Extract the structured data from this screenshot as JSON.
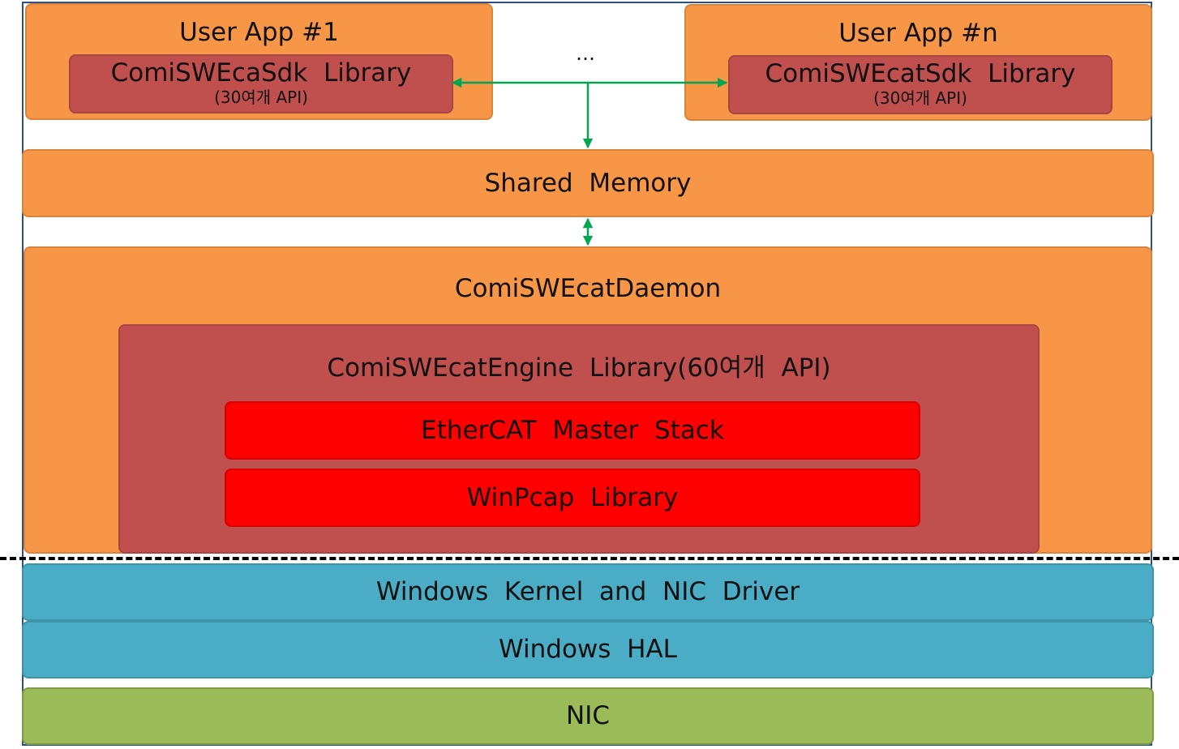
{
  "user_app_1": {
    "title": "User App #1",
    "library_name": "ComiSWEcaSdk  Library",
    "library_api_count": "(30여개 API)"
  },
  "user_app_n": {
    "title": "User App #n",
    "library_name": "ComiSWEcatSdk  Library",
    "library_api_count": "(30여개 API)"
  },
  "ellipsis": "…",
  "shared_memory": "Shared  Memory",
  "daemon": {
    "title": "ComiSWEcatDaemon",
    "engine_title": "ComiSWEcatEngine  Library(60여개  API)",
    "master_stack": "EtherCAT  Master  Stack",
    "winpcap": "WinPcap  Library"
  },
  "kernel": "Windows  Kernel  and  NIC  Driver",
  "hal": "Windows  HAL",
  "nic": "NIC",
  "colors": {
    "orange": "#f79646",
    "dark_red": "#c0504d",
    "red": "#ff0000",
    "blue": "#4bacc6",
    "green": "#9bbb59",
    "arrow": "#00a651"
  }
}
